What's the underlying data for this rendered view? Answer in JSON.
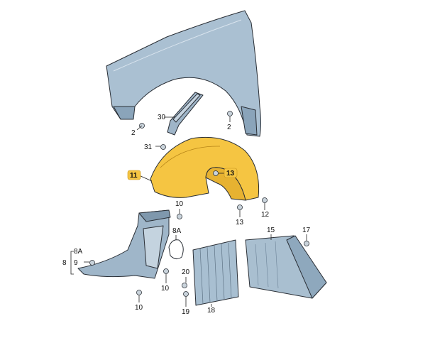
{
  "diagram": {
    "highlight_color": "#f5c542",
    "part_color": "#a9bfd0",
    "labels": [
      {
        "key": "p30",
        "text": "30"
      },
      {
        "key": "p2a",
        "text": "2"
      },
      {
        "key": "p2b",
        "text": "2"
      },
      {
        "key": "p31",
        "text": "31"
      },
      {
        "key": "p11",
        "text": "11"
      },
      {
        "key": "p13a",
        "text": "13"
      },
      {
        "key": "p13b",
        "text": "13"
      },
      {
        "key": "p12",
        "text": "12"
      },
      {
        "key": "p10a",
        "text": "10"
      },
      {
        "key": "p8Aa",
        "text": "8A"
      },
      {
        "key": "p8Ab",
        "text": "8A"
      },
      {
        "key": "p8",
        "text": "8"
      },
      {
        "key": "p9",
        "text": "9"
      },
      {
        "key": "p10b",
        "text": "10"
      },
      {
        "key": "p10c",
        "text": "10"
      },
      {
        "key": "p20",
        "text": "20"
      },
      {
        "key": "p19",
        "text": "19"
      },
      {
        "key": "p18",
        "text": "18"
      },
      {
        "key": "p15",
        "text": "15"
      },
      {
        "key": "p17",
        "text": "17"
      }
    ]
  }
}
